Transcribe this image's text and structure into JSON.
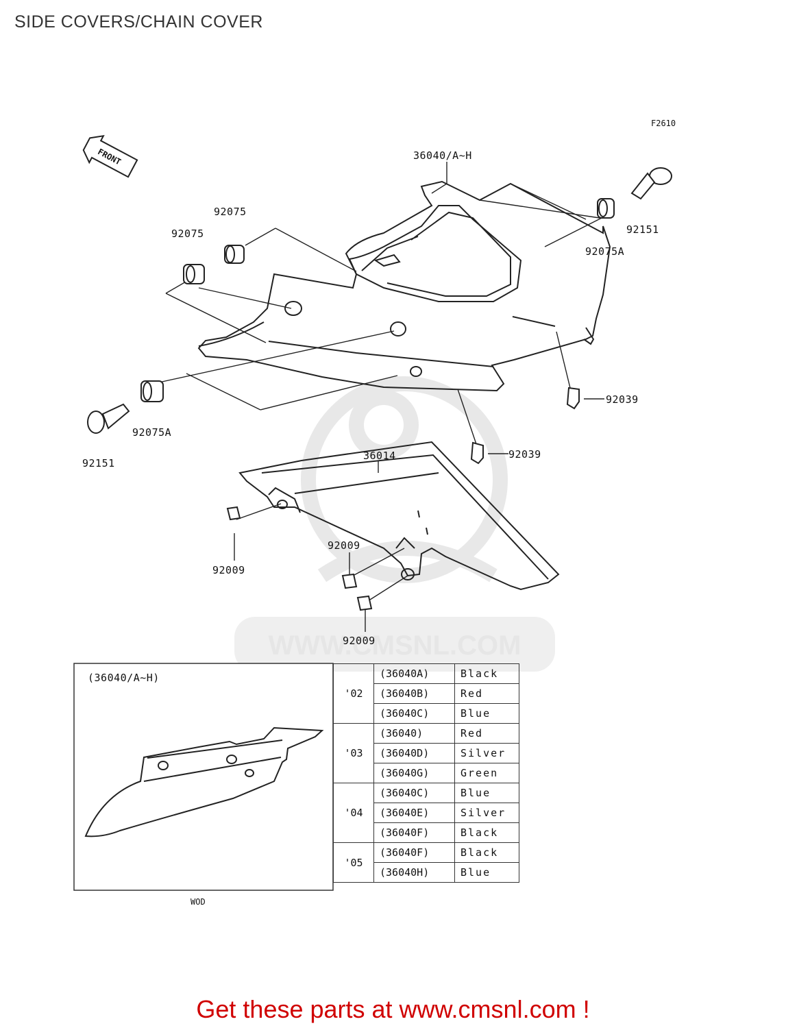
{
  "title": "SIDE COVERS/CHAIN COVER",
  "figure_code": "F2610",
  "front_label": "FRONT",
  "callouts": {
    "seat_cover": "36040/A~H",
    "chain_cover": "36014",
    "grommet_a_left": "92075",
    "grommet_a_right": "92075",
    "grommet_b_left": "92075A",
    "grommet_b_right": "92075A",
    "bolt_left": "92151",
    "bolt_right": "92151",
    "clip_upper": "92039",
    "clip_lower": "92039",
    "screw_left": "92009",
    "screw_mid": "92009",
    "screw_low": "92009"
  },
  "inset": {
    "heading": "(36040/A~H)",
    "model_code": "WOD",
    "groups": [
      {
        "year": "'02",
        "rows": [
          {
            "part": "(36040A)",
            "color": "Black"
          },
          {
            "part": "(36040B)",
            "color": "Red"
          },
          {
            "part": "(36040C)",
            "color": "Blue"
          }
        ]
      },
      {
        "year": "'03",
        "rows": [
          {
            "part": "(36040)",
            "color": "Red"
          },
          {
            "part": "(36040D)",
            "color": "Silver"
          },
          {
            "part": "(36040G)",
            "color": "Green"
          }
        ]
      },
      {
        "year": "'04",
        "rows": [
          {
            "part": "(36040C)",
            "color": "Blue"
          },
          {
            "part": "(36040E)",
            "color": "Silver"
          },
          {
            "part": "(36040F)",
            "color": "Black"
          }
        ]
      },
      {
        "year": "'05",
        "rows": [
          {
            "part": "(36040F)",
            "color": "Black"
          },
          {
            "part": "(36040H)",
            "color": "Blue"
          }
        ]
      }
    ]
  },
  "watermark": "WWW.CMSNL.COM",
  "footer_link": "Get these parts at www.cmsnl.com !",
  "colors": {
    "line": "#222222",
    "link": "#d00000",
    "watermark": "#e6e6e6"
  }
}
